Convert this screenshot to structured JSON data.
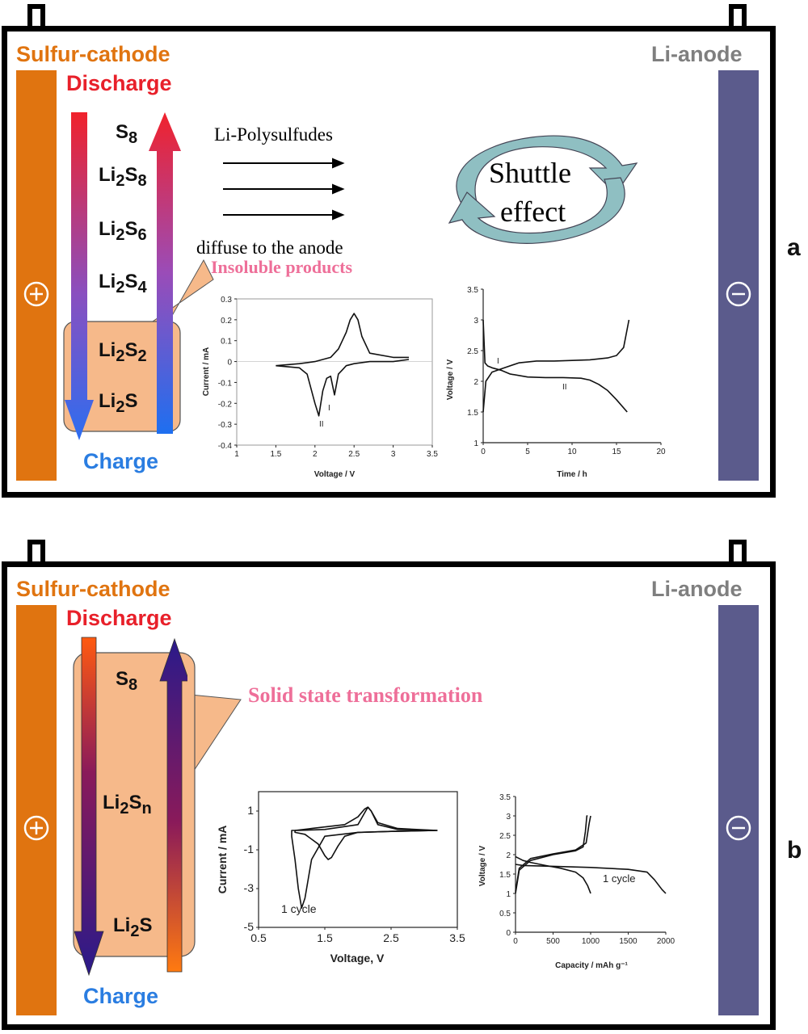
{
  "panel_a": {
    "letter": "a",
    "cathode_label": "Sulfur-cathode",
    "anode_label": "Li-anode",
    "discharge_label": "Discharge",
    "charge_label": "Charge",
    "species": [
      {
        "main": "S",
        "sub": "8",
        "tail": ""
      },
      {
        "main": "Li",
        "sub": "2",
        "tail": "S",
        "sub2": "8"
      },
      {
        "main": "Li",
        "sub": "2",
        "tail": "S",
        "sub2": "6"
      },
      {
        "main": "Li",
        "sub": "2",
        "tail": "S",
        "sub2": "4"
      },
      {
        "main": "Li",
        "sub": "2",
        "tail": "S",
        "sub2": "2"
      },
      {
        "main": "Li",
        "sub": "2",
        "tail": "S",
        "sub2": ""
      }
    ],
    "polysulfide_label": "Li-Polysulfudes",
    "diffuse_label": "diffuse to the anode",
    "insoluble_label": "Insoluble products",
    "shuttle_line1": "Shuttle",
    "shuttle_line2": "effect",
    "plus_symbol": "+",
    "minus_symbol": "−"
  },
  "panel_b": {
    "letter": "b",
    "cathode_label": "Sulfur-cathode",
    "anode_label": "Li-anode",
    "discharge_label": "Discharge",
    "charge_label": "Charge",
    "species_s8_main": "S",
    "species_s8_sub": "8",
    "species_li2sn_main": "Li",
    "species_li2sn_sub": "2",
    "species_li2sn_tail": "S",
    "species_li2sn_sub2": "n",
    "species_li2s_main": "Li",
    "species_li2s_sub": "2",
    "species_li2s_tail": "S",
    "solid_label": "Solid state transformation"
  },
  "colors": {
    "cathode": "#e07410",
    "anode": "#5b5b8c",
    "discharge": "#e8202a",
    "charge": "#2a7de1",
    "highlight_box": "#f6b98a",
    "pink_text": "#ee6f99",
    "shuttle_arrow": "#8fbfc2"
  },
  "chart_data": [
    {
      "id": "a-cv",
      "type": "line",
      "xlabel": "Voltage / V",
      "ylabel": "Current / mA",
      "xlim": [
        1,
        3.5
      ],
      "ylim": [
        -0.4,
        0.3
      ],
      "xticks": [
        "1",
        "1.5",
        "2",
        "2.5",
        "3",
        "3.5"
      ],
      "yticks": [
        "0.3",
        "0.2",
        "0.1",
        "0",
        "-0.1",
        "-0.2",
        "-0.3",
        "-0.4"
      ],
      "annotations": [
        "II",
        "I"
      ],
      "series": [
        {
          "x": [
            1.5,
            1.8,
            1.9,
            2.0,
            2.05,
            2.1,
            2.15,
            2.2,
            2.25,
            2.3,
            2.35,
            2.4,
            2.5,
            2.7,
            3.0,
            3.2
          ],
          "y": [
            -0.02,
            -0.03,
            -0.06,
            -0.2,
            -0.26,
            -0.14,
            -0.08,
            -0.07,
            -0.16,
            -0.06,
            -0.04,
            -0.02,
            -0.01,
            0.0,
            0.0,
            0.01
          ]
        },
        {
          "x": [
            3.2,
            3.0,
            2.7,
            2.6,
            2.55,
            2.5,
            2.45,
            2.4,
            2.35,
            2.3,
            2.2,
            2.0,
            1.8,
            1.5
          ],
          "y": [
            0.02,
            0.02,
            0.04,
            0.12,
            0.2,
            0.23,
            0.2,
            0.14,
            0.1,
            0.06,
            0.02,
            0.0,
            -0.01,
            -0.02
          ]
        }
      ]
    },
    {
      "id": "a-vt",
      "type": "line",
      "xlabel": "Time  / h",
      "ylabel": "Voltage / V",
      "xlim": [
        0,
        20
      ],
      "ylim": [
        1,
        3.5
      ],
      "xticks": [
        "0",
        "5",
        "10",
        "15",
        "20"
      ],
      "yticks": [
        "3.5",
        "3",
        "2.5",
        "2",
        "1.5",
        "1"
      ],
      "annotations": [
        "I",
        "II"
      ],
      "series": [
        {
          "x": [
            0,
            0.3,
            1,
            2,
            4,
            6,
            8,
            10,
            12,
            14,
            15,
            15.8,
            16.4
          ],
          "y": [
            1.5,
            2.0,
            2.15,
            2.2,
            2.3,
            2.33,
            2.33,
            2.34,
            2.35,
            2.38,
            2.42,
            2.55,
            3.0
          ]
        },
        {
          "x": [
            0,
            0.2,
            0.5,
            1,
            2,
            3,
            5,
            7,
            9,
            11,
            12,
            13,
            14,
            15,
            16.2
          ],
          "y": [
            3.0,
            2.3,
            2.25,
            2.22,
            2.18,
            2.12,
            2.07,
            2.06,
            2.06,
            2.05,
            2.02,
            1.95,
            1.85,
            1.7,
            1.5
          ]
        }
      ]
    },
    {
      "id": "b-cv",
      "type": "line",
      "xlabel": "Voltage, V",
      "ylabel": "Current / mA",
      "xlim": [
        0.5,
        3.5
      ],
      "ylim": [
        -5,
        2
      ],
      "xticks": [
        "0.5",
        "1.5",
        "2.5",
        "3.5"
      ],
      "yticks": [
        "1",
        "-1",
        "-3",
        "-5"
      ],
      "annotations": [
        "1 cycle"
      ],
      "series": [
        {
          "x": [
            3.2,
            2.5,
            2.0,
            1.5,
            1.3,
            1.2,
            1.15,
            1.1,
            1.05,
            1.0,
            1.0,
            1.1,
            1.5,
            2.0,
            2.1,
            2.15,
            2.2,
            2.3,
            2.6,
            3.2
          ],
          "y": [
            0.0,
            -0.05,
            -0.1,
            -0.3,
            -1.5,
            -3.5,
            -4.0,
            -3.0,
            -1.5,
            -0.3,
            0.0,
            0.0,
            0.05,
            0.3,
            0.9,
            1.2,
            1.0,
            0.3,
            0.05,
            0.0
          ]
        },
        {
          "x": [
            3.2,
            2.5,
            2.0,
            1.8,
            1.7,
            1.6,
            1.55,
            1.5,
            1.4,
            1.2,
            1.05,
            1.05,
            1.3,
            1.8,
            2.0,
            2.1,
            2.15,
            2.2,
            2.3,
            2.6,
            3.2
          ],
          "y": [
            0.0,
            -0.05,
            -0.1,
            -0.3,
            -0.8,
            -1.4,
            -1.5,
            -1.3,
            -0.7,
            -0.2,
            -0.1,
            0.0,
            0.1,
            0.3,
            0.7,
            1.1,
            1.2,
            1.0,
            0.4,
            0.1,
            0.0
          ]
        }
      ]
    },
    {
      "id": "b-vc",
      "type": "line",
      "xlabel": "Capacity / mAh g⁻¹",
      "ylabel": "Voltage / V",
      "xlim": [
        0,
        2000
      ],
      "ylim": [
        0,
        3.5
      ],
      "xticks": [
        "0",
        "500",
        "1000",
        "1500",
        "2000"
      ],
      "yticks": [
        "3.5",
        "3",
        "2.5",
        "2",
        "1.5",
        "1",
        "0.5",
        "0"
      ],
      "annotations": [
        "1 cycle"
      ],
      "series": [
        {
          "x": [
            0,
            100,
            200,
            400,
            600,
            800,
            900,
            960,
            990,
            1000
          ],
          "y": [
            1.95,
            1.85,
            1.8,
            1.72,
            1.65,
            1.55,
            1.4,
            1.2,
            1.05,
            1.0
          ]
        },
        {
          "x": [
            0,
            50,
            200,
            500,
            800,
            900,
            930,
            950,
            960
          ],
          "y": [
            1.0,
            1.6,
            1.85,
            2.0,
            2.1,
            2.2,
            2.6,
            3.0,
            3.0
          ]
        },
        {
          "x": [
            0,
            50,
            200,
            500,
            800,
            940,
            980,
            1000
          ],
          "y": [
            1.05,
            1.65,
            1.9,
            2.02,
            2.12,
            2.3,
            2.8,
            3.0
          ]
        },
        {
          "x": [
            0,
            100,
            500,
            1000,
            1500,
            1750,
            1850,
            1950,
            2000
          ],
          "y": [
            1.75,
            1.72,
            1.7,
            1.67,
            1.62,
            1.55,
            1.35,
            1.1,
            1.0
          ]
        }
      ]
    }
  ]
}
